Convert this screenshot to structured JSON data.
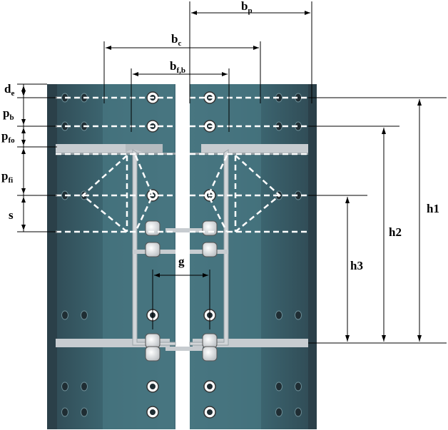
{
  "colors": {
    "plate_dark": "#3a5560",
    "plate_mid": "#3f6a75",
    "plate_light": "#4b7f8a",
    "steel": "#c9cdd0",
    "bolt": "#d8dadc",
    "hole": "#1f2d33",
    "dash": "#ffffff",
    "dim": "#000000"
  },
  "labels": {
    "bp": {
      "main": "b",
      "sub": "p"
    },
    "bc": {
      "main": "b",
      "sub": "c"
    },
    "bfb": {
      "main": "b",
      "sub": "f,b"
    },
    "de": {
      "main": "d",
      "sub": "e"
    },
    "pb": {
      "main": "p",
      "sub": "b"
    },
    "pfo": {
      "main": "p",
      "sub": "fo"
    },
    "pfi": {
      "main": "p",
      "sub": "fi"
    },
    "s": {
      "main": "s",
      "sub": ""
    },
    "g": {
      "main": "g",
      "sub": ""
    },
    "h1": {
      "main": "h1",
      "sub": ""
    },
    "h2": {
      "main": "h2",
      "sub": ""
    },
    "h3": {
      "main": "h3",
      "sub": ""
    }
  }
}
